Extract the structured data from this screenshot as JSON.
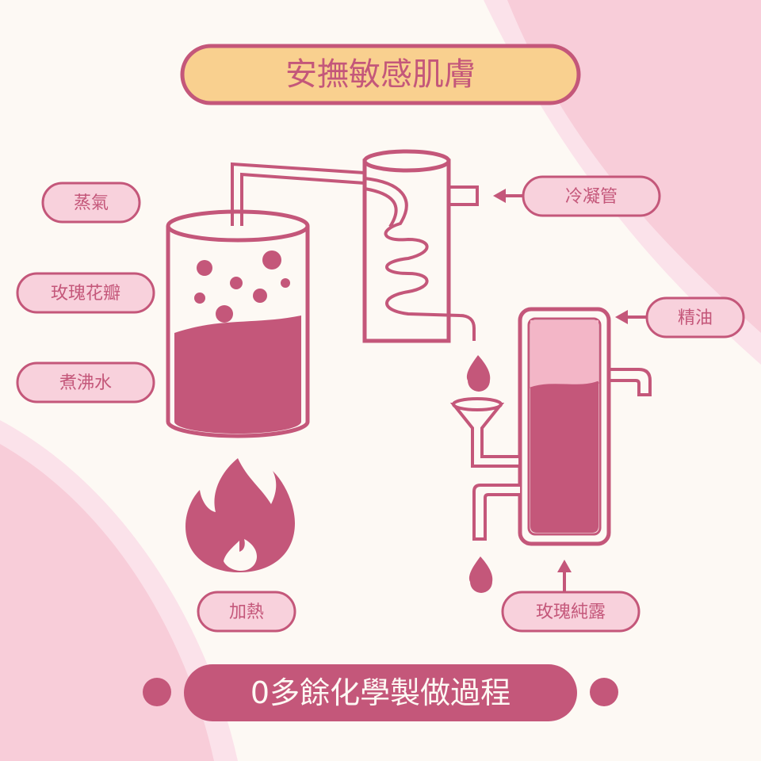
{
  "title": "安撫敏感肌膚",
  "footer": "0多餘化學製做過程",
  "labels": {
    "steam": "蒸氣",
    "petals": "玫瑰花瓣",
    "boiling_water": "煮沸水",
    "condenser": "冷凝管",
    "essential_oil": "精油",
    "rose_hydrosol": "玫瑰純露",
    "heating": "加熱"
  },
  "colors": {
    "background": "#fdf9f4",
    "corner_pink": "#f8cdd9",
    "corner_pink_light": "#fbe2ea",
    "accent": "#c4577a",
    "title_fill": "#f9d08f",
    "label_fill": "#f8d1dc",
    "oil_pink": "#f3b6c7",
    "footer_text": "#fdf9f4"
  }
}
